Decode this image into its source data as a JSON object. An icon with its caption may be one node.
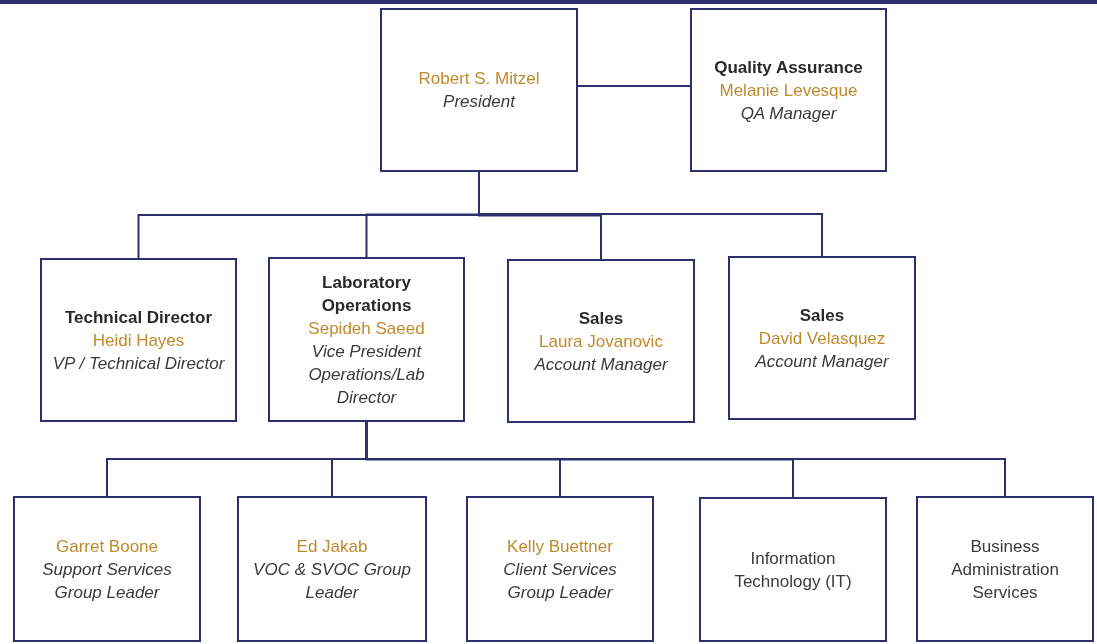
{
  "diagram": {
    "nodes": [
      {
        "text": [
          "Robert S. Mitzel",
          "President"
        ]
      },
      {
        "text": [
          "Quality Assurance",
          "Melanie Levesque",
          "QA Manager"
        ]
      },
      {
        "text": [
          "Technical Director",
          "Heidi Hayes",
          "VP / Technical Director"
        ]
      },
      {
        "text": [
          "Laboratory Operations",
          "Sepideh Saeed",
          "Vice President Operations/Lab Director"
        ]
      },
      {
        "text": [
          "Sales",
          "Laura Jovanovic",
          "Account Manager"
        ]
      },
      {
        "text": [
          "Sales",
          "David Velasquez",
          "Account Manager"
        ]
      },
      {
        "text": [
          "Garret Boone",
          "Support Services Group Leader"
        ]
      },
      {
        "text": [
          "Ed Jakab",
          "VOC & SVOC Group Leader"
        ]
      },
      {
        "text": [
          "Kelly Buettner",
          "Client Services Group Leader"
        ]
      },
      {
        "text": [
          "Information Technology (IT)"
        ]
      },
      {
        "text": [
          "Business Administration Services"
        ]
      }
    ],
    "edges": [
      {
        "from": 0,
        "to": 1,
        "arrow": "none"
      },
      {
        "from": 0,
        "to": 2,
        "arrow": "none"
      },
      {
        "from": 0,
        "to": 3,
        "arrow": "none"
      },
      {
        "from": 0,
        "to": 4,
        "arrow": "none"
      },
      {
        "from": 0,
        "to": 5,
        "arrow": "none"
      },
      {
        "from": 3,
        "to": 6,
        "arrow": "none"
      },
      {
        "from": 3,
        "to": 7,
        "arrow": "none"
      },
      {
        "from": 3,
        "to": 8,
        "arrow": "none"
      },
      {
        "from": 3,
        "to": 9,
        "arrow": "none"
      },
      {
        "from": 3,
        "to": 10,
        "arrow": "none"
      }
    ]
  }
}
